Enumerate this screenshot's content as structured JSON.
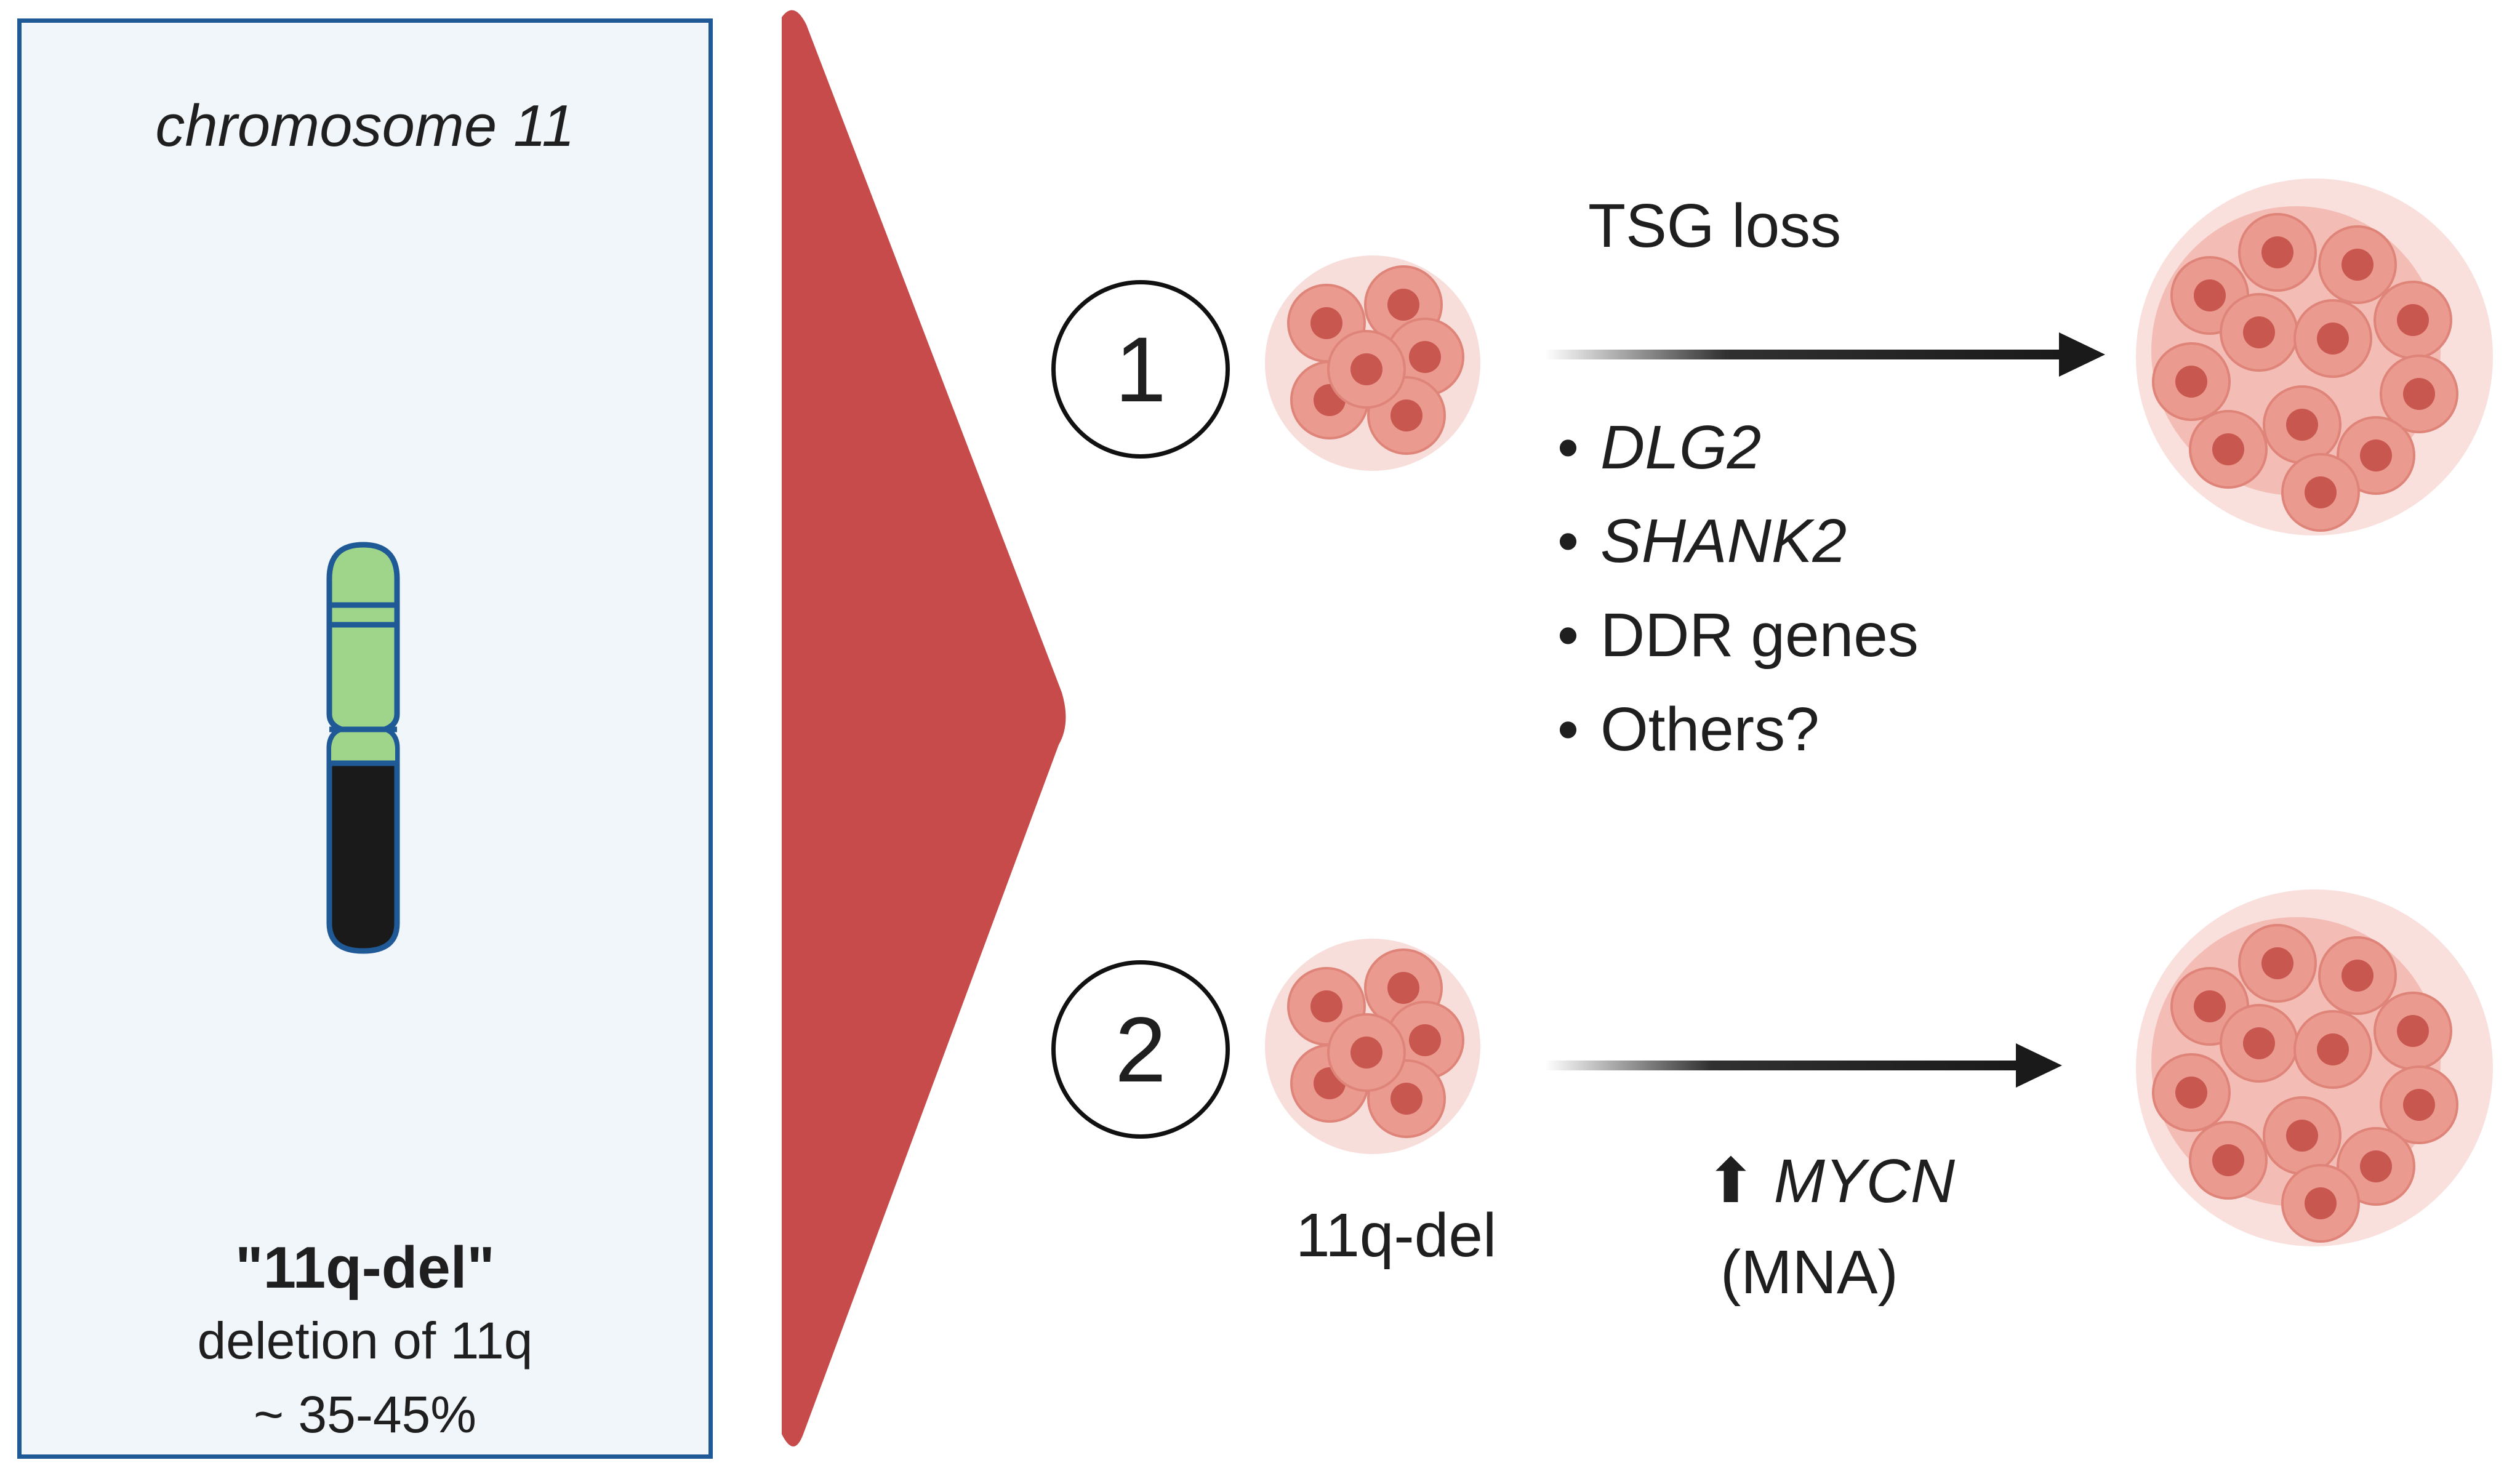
{
  "left_panel": {
    "chromosome_title": "chromosome 11",
    "deletion_name": "\"11q-del\"",
    "deletion_description": "deletion of 11q",
    "frequency": "~ 35-45%"
  },
  "scenario_1": {
    "number": "1",
    "mechanism_title": "TSG loss",
    "genes": [
      "DLG2",
      "SHANK2",
      "DDR genes",
      "Others?"
    ]
  },
  "scenario_2": {
    "number": "2",
    "cell_label": "11q-del",
    "arrow_symbol": "⬆",
    "gene": "MYCN",
    "gene_note": "(MNA)"
  },
  "colors": {
    "panel_border": "#1f5a96",
    "panel_fill": "#f1f6fb",
    "wedge": "#c84b4b",
    "chromosome_green": "#9fd58a",
    "chromosome_dark": "#1a1a1a",
    "cell_pink": "#e8867d"
  }
}
